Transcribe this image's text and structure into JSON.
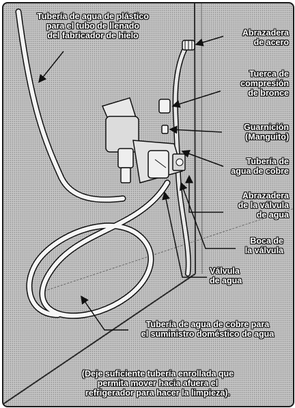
{
  "labels": {
    "plastic_tubing": "Tubería de agua de plástico\npara el tubo de llenado\ndel fabricador de hielo",
    "steel_clamp": "Abrazadera\nde acero",
    "brass_nut": "Tuerca de\ncompresión\nde bronce",
    "ferrule": "Guarnición\n(Manguito)",
    "copper_tubing": "Tubería de\nagua de cobre",
    "valve_clamp": "Abrazadera\nde la válvula\nde agua",
    "valve_inlet": "Boca de\nla válvula",
    "water_valve": "Válvula\nde agua",
    "household_supply": "Tubería de agua de cobre para\nel suministro doméstico de agua",
    "note": "(Deje suficiente tubería enrollada que\npermita mover hacia afuera el\nrefrigerador para hacer la limpieza)."
  }
}
